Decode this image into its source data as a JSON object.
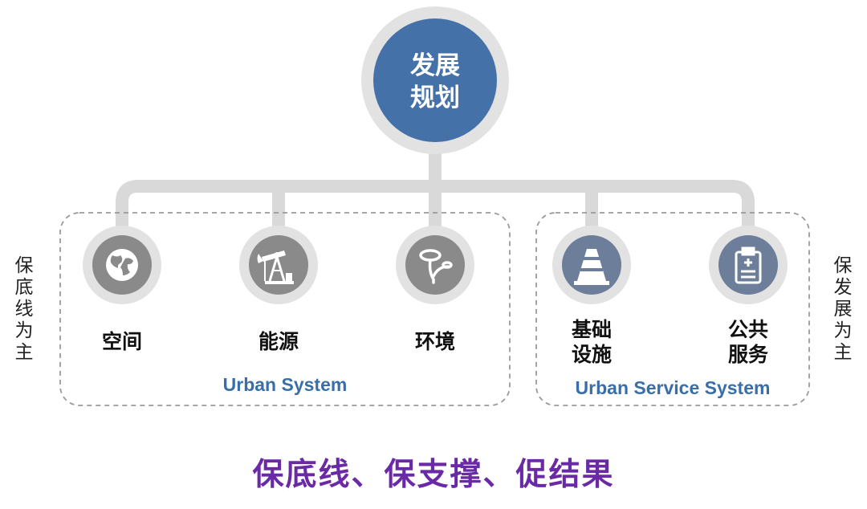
{
  "center": {
    "label": "发展\n规划"
  },
  "groups": [
    {
      "label": "Urban System"
    },
    {
      "label": "Urban Service System"
    }
  ],
  "nodes": [
    {
      "label": "空间",
      "icon": "globe-icon"
    },
    {
      "label": "能源",
      "icon": "oil-pump-icon"
    },
    {
      "label": "环境",
      "icon": "sprout-icon"
    },
    {
      "label": "基础\n设施",
      "icon": "traffic-cone-icon"
    },
    {
      "label": "公共\n服务",
      "icon": "clipboard-icon"
    }
  ],
  "side_labels": {
    "left": "保底线为主",
    "right": "保发展为主"
  },
  "footer": "保底线、保支撑、促结果",
  "colors": {
    "center_fill": "#4472a8",
    "connector": "#d9d9d9",
    "icon_gray": "#8a8a8a",
    "icon_blue": "#6d7e9a",
    "group_text": "#3a6ea8",
    "footer_text": "#6a2aa6"
  }
}
